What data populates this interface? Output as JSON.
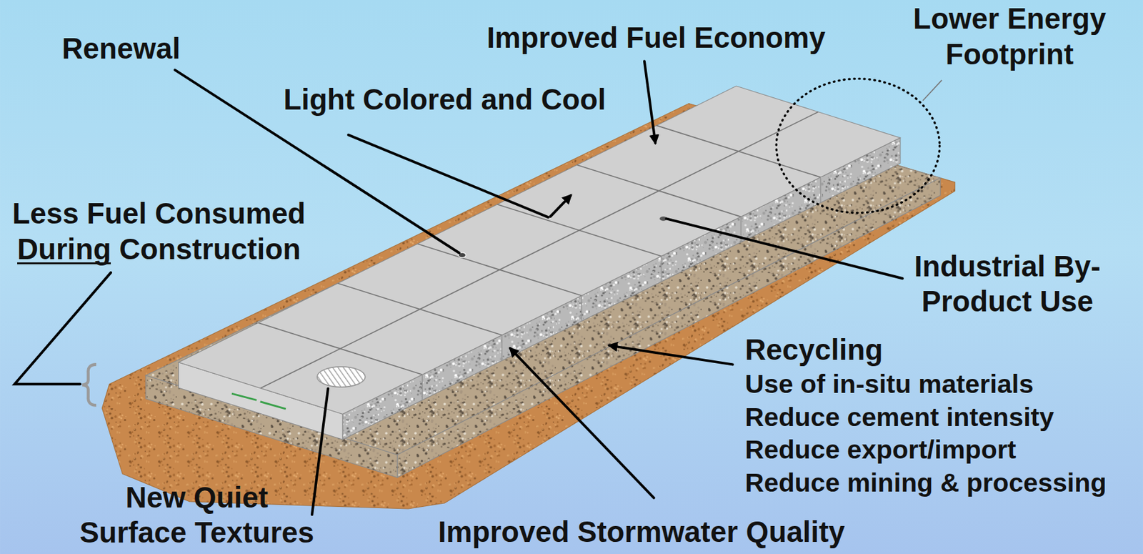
{
  "diagram": {
    "labels": [
      "Renewal",
      "Improved Fuel Economy",
      "Lower Energy Footprint",
      "Light Colored and Cool",
      "Less Fuel Consumed During Construction",
      "Industrial By-Product Use",
      "Recycling",
      "Use of in-situ materials",
      "Reduce cement intensity",
      "Reduce export/import",
      "Reduce mining & processing",
      "New Quiet Surface Textures",
      "Improved Stormwater Quality"
    ]
  }
}
